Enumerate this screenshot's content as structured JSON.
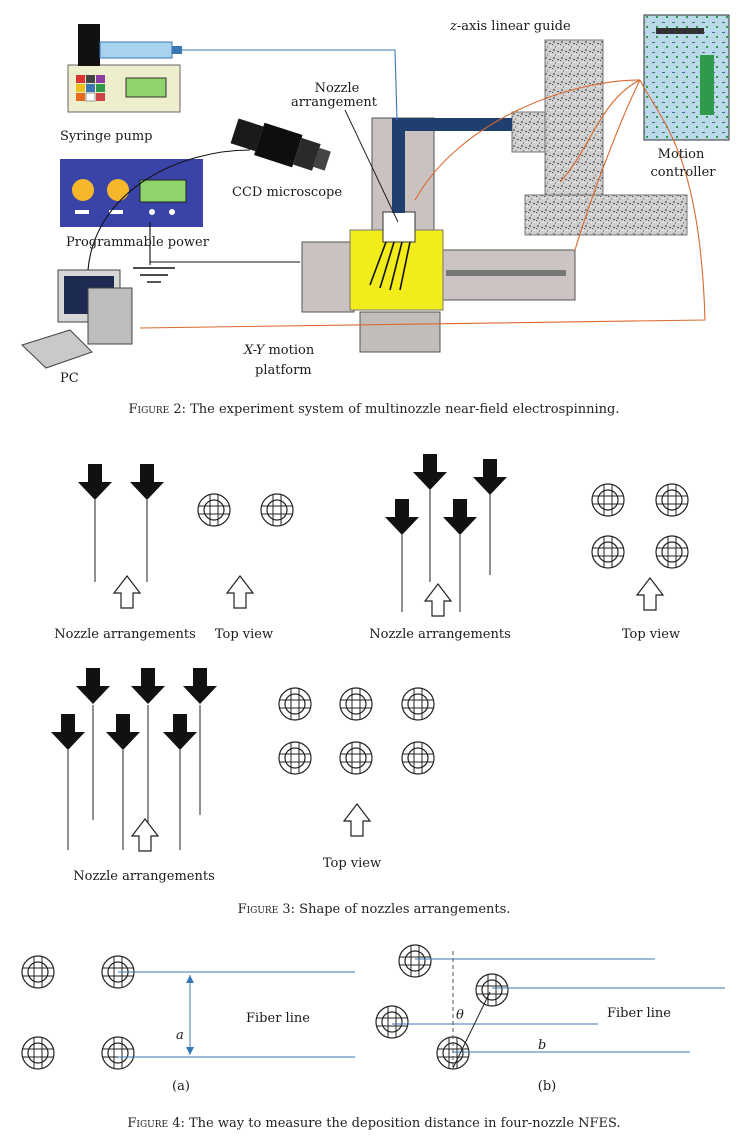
{
  "figure2": {
    "labels": {
      "syringe_pump": "Syringe pump",
      "ccd_microscope": "CCD microscope",
      "programmable_power": "Programmable power",
      "pc": "PC",
      "nozzle_arrangement_line1": "Nozzle",
      "nozzle_arrangement_line2": "arrangement",
      "z_axis_guide_italic": "z",
      "z_axis_guide_rest": "-axis linear guide",
      "motion_controller_line1": "Motion",
      "motion_controller_line2": "controller",
      "xy_platform_line1_italic": "X-Y",
      "xy_platform_line1_rest": " motion",
      "xy_platform_line2": "platform"
    },
    "caption_label": "Figure 2:",
    "caption_text": " The experiment system of multinozzle near-field electrospinning.",
    "colors": {
      "wire_orange": "#d9692e",
      "wire_blue": "#3a78b5",
      "stage_yellow": "#f2ec1a",
      "guide_blue": "#1f3f6e"
    }
  },
  "figure3": {
    "nozzle_label": "Nozzle arrangements",
    "top_view_label": "Top view",
    "caption_label": "Figure 3:",
    "caption_text": " Shape of nozzles arrangements."
  },
  "figure4": {
    "fiber_line_a": "Fiber line",
    "fiber_line_b": "Fiber line",
    "symbol_a": "a",
    "symbol_b": "b",
    "symbol_theta": "θ",
    "sub_a": "(a)",
    "sub_b": "(b)",
    "caption_label": "Figure 4:",
    "caption_text": " The way to measure the deposition distance in four-nozzle NFES.",
    "colors": {
      "fiber_line": "#3a78b5"
    }
  }
}
